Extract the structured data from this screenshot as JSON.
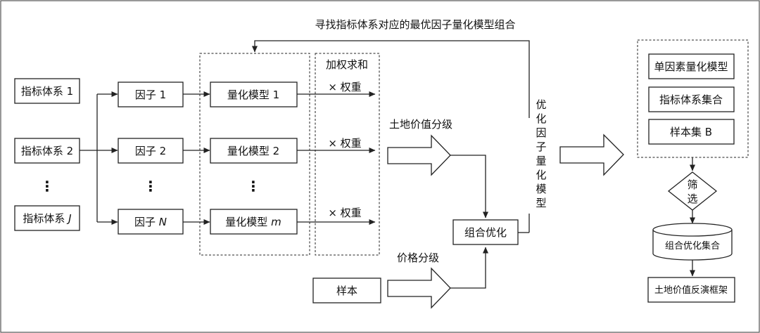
{
  "top_label": "寻找指标体系对应的最优因子量化模型组合",
  "indicators": {
    "i1": "指标体系 1",
    "i2": "指标体系 2",
    "iJ_prefix": "指标体系 ",
    "iJ_var": "J"
  },
  "factors": {
    "f1": "因子 1",
    "f2": "因子 2",
    "fN_prefix": "因子 ",
    "fN_var": "N"
  },
  "models": {
    "m1": "量化模型 1",
    "m2": "量化模型 2",
    "mm_prefix": "量化模型 ",
    "mm_var": "m"
  },
  "weighted_sum": "加权求和",
  "weight": "× 权重",
  "ellipsis": "⋮",
  "land_grade": "土地价值分级",
  "price_grade": "价格分级",
  "sample": "样本",
  "combine": "组合优化",
  "vertical_label": [
    "优",
    "化",
    "因",
    "子",
    "量",
    "化",
    "模",
    "型"
  ],
  "right_panel": {
    "single_model": "单因素量化模型",
    "indicator_set": "指标体系集合",
    "sample_set": "样本集 B",
    "filter": [
      "筛",
      "选"
    ],
    "combo_set": "组合优化集合",
    "framework": "土地价值反演框架"
  }
}
